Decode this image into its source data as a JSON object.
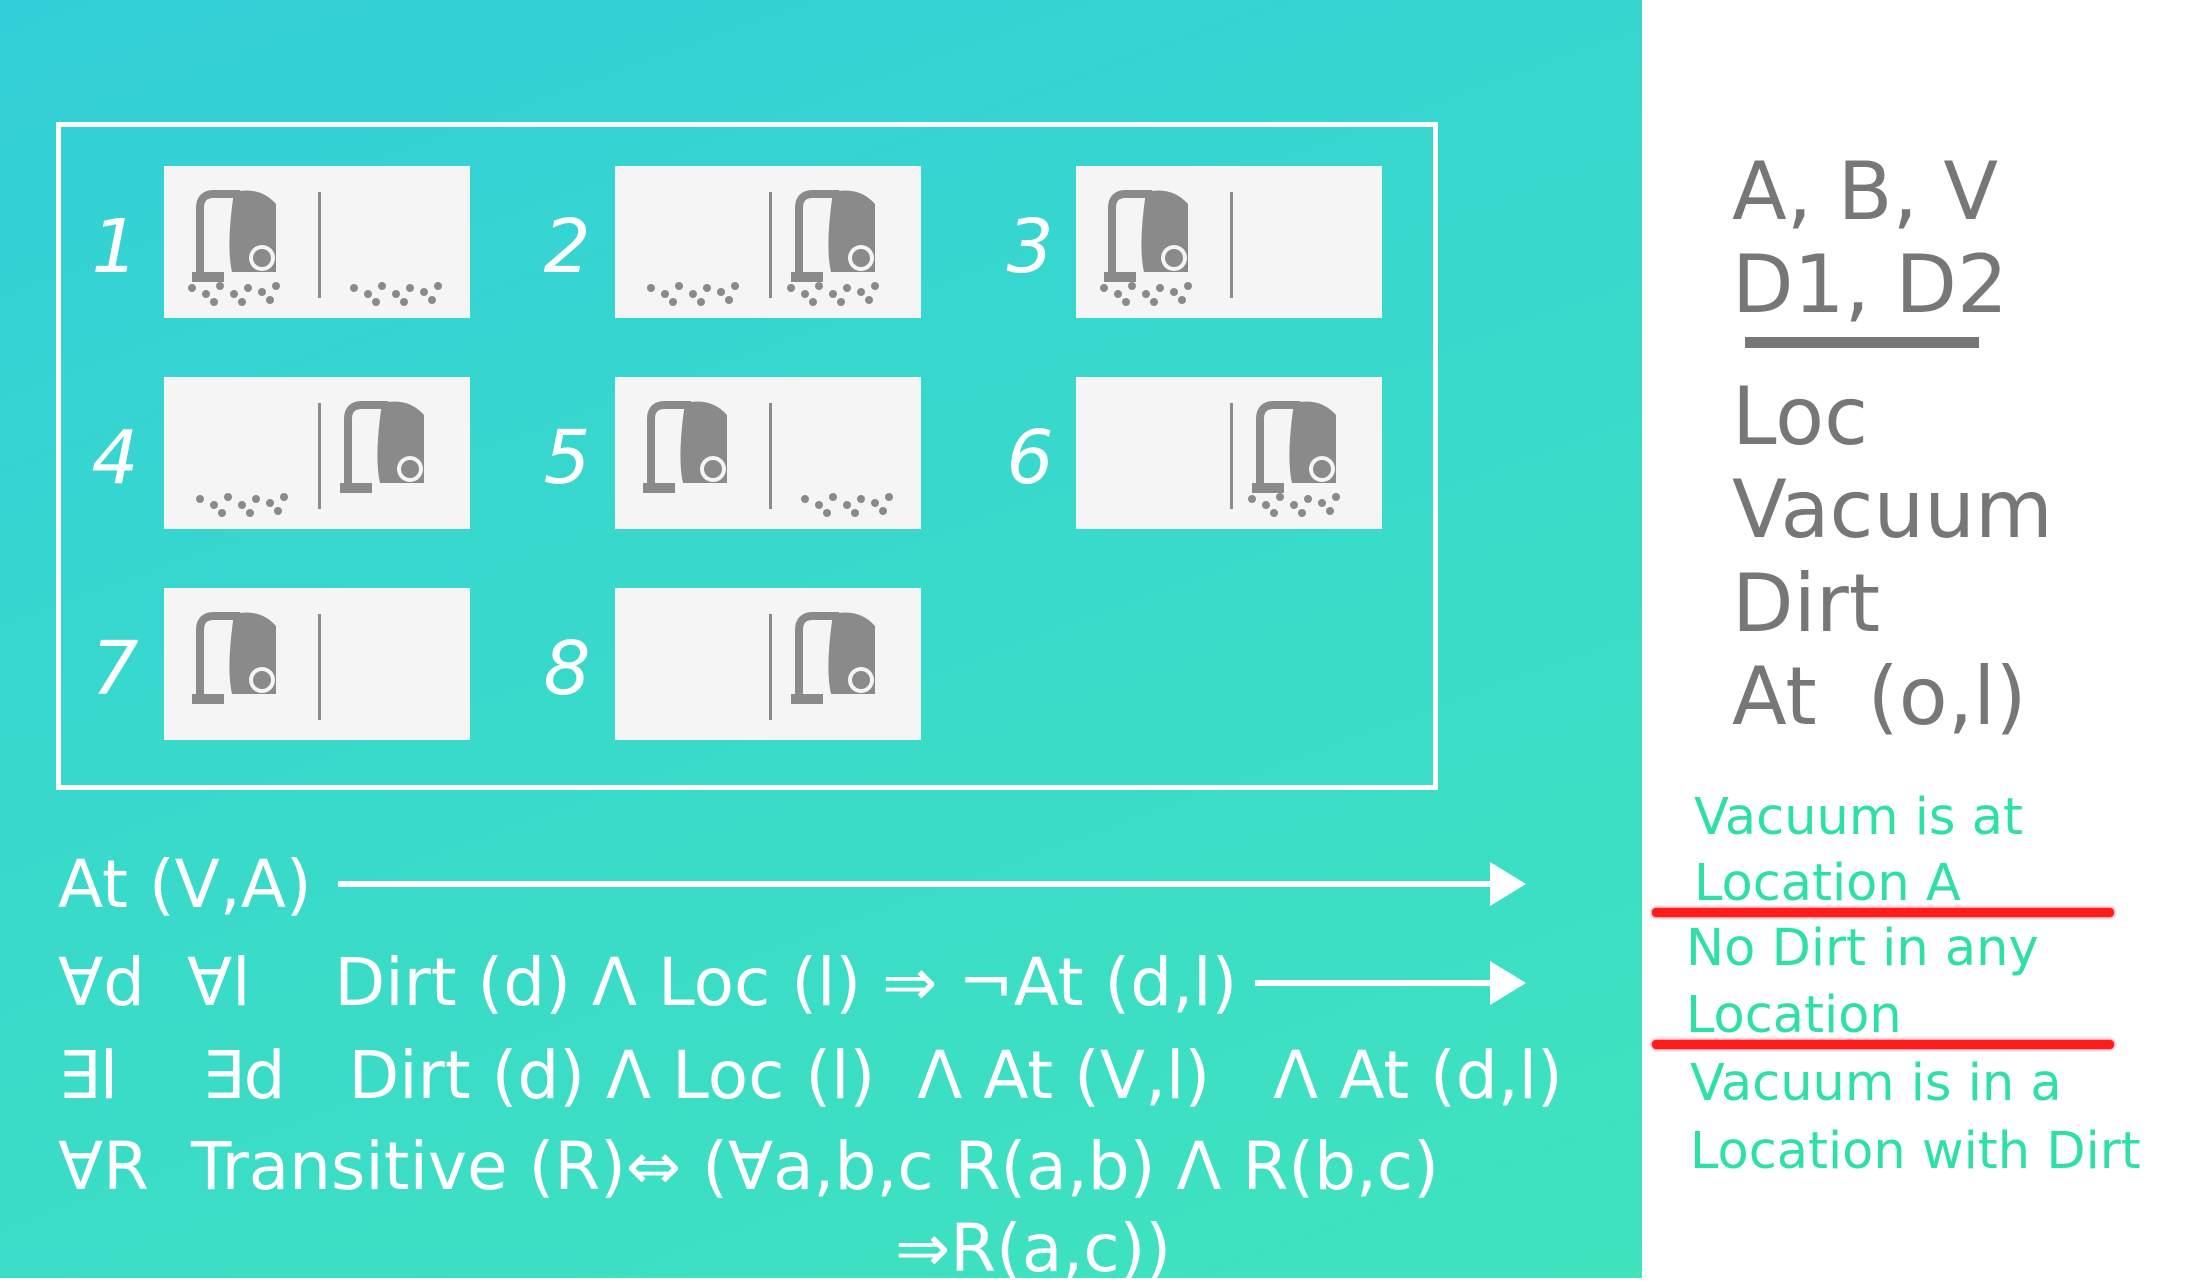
{
  "states": [
    {
      "label": "1",
      "left": {
        "vacuum": true,
        "dirt": true
      },
      "right": {
        "vacuum": false,
        "dirt": true
      }
    },
    {
      "label": "2",
      "left": {
        "vacuum": false,
        "dirt": true
      },
      "right": {
        "vacuum": true,
        "dirt": true
      }
    },
    {
      "label": "3",
      "left": {
        "vacuum": true,
        "dirt": true
      },
      "right": {
        "vacuum": false,
        "dirt": false
      }
    },
    {
      "label": "4",
      "left": {
        "vacuum": false,
        "dirt": true
      },
      "right": {
        "vacuum": true,
        "dirt": false
      }
    },
    {
      "label": "5",
      "left": {
        "vacuum": true,
        "dirt": false
      },
      "right": {
        "vacuum": false,
        "dirt": true
      }
    },
    {
      "label": "6",
      "left": {
        "vacuum": false,
        "dirt": false
      },
      "right": {
        "vacuum": true,
        "dirt": true
      }
    },
    {
      "label": "7",
      "left": {
        "vacuum": true,
        "dirt": false
      },
      "right": {
        "vacuum": false,
        "dirt": false
      }
    },
    {
      "label": "8",
      "left": {
        "vacuum": false,
        "dirt": false
      },
      "right": {
        "vacuum": true,
        "dirt": false
      }
    }
  ],
  "icons": {
    "vacuum": "vacuum-cleaner-icon",
    "dirt": "dirt-dots-icon"
  },
  "logic": {
    "line1": "At (V,A)",
    "line2": "∀d  ∀l    Dirt (d) Λ Loc (l) ⇒ ¬At (d,l)",
    "line3": "∃l    ∃d   Dirt (d) Λ Loc (l)  Λ At (V,l)   Λ At (d,l)",
    "line4a": "∀R  Transitive (R)⇔ (∀a,b,c R(a,b) Λ R(b,c)",
    "line4b": "⇒R(a,c))"
  },
  "sidebar": {
    "objects": "A, B, V",
    "dirt_objects": "D1, D2",
    "predicates": [
      "Loc",
      "Vacuum",
      "Dirt",
      "At  (o,l)"
    ]
  },
  "annotations": {
    "a1_line1": "Vacuum is at",
    "a1_line2": "Location A",
    "a2_line1": "No Dirt in any",
    "a2_line2": "Location",
    "a3_line1": "Vacuum is in a",
    "a3_line2": "Location with Dirt"
  },
  "colors": {
    "slide_start": "#33cfd8",
    "slide_end": "#3fe3bd",
    "icon_gray": "#8a8a8a",
    "annotation": "#2ee0a4",
    "strike": "#ff1c1c",
    "sidebar_text": "#777777"
  }
}
